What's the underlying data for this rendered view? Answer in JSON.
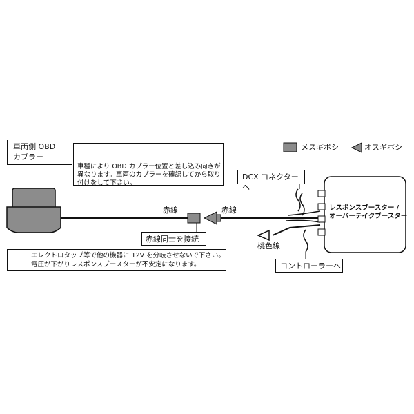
{
  "legend": {
    "female_label": "メスギボシ",
    "male_label": "オスギボシ"
  },
  "vehicle_coupler": {
    "label_line1": "車両側 OBD",
    "label_line2": "カプラー"
  },
  "caution_coupler": {
    "text_line1": "車種により OBD カプラー位置と差し込み向きが",
    "text_line2": "異なります。車両のカプラーを確認してから取り",
    "text_line3": "付けをして下さい。"
  },
  "wires": {
    "red_left": "赤線",
    "red_right": "赤線",
    "pink": "桃色線"
  },
  "connect_note": "赤線同士を接続",
  "dcx_connector": "DCX コネクターへ",
  "controller": "コントローラーへ",
  "booster": {
    "line1": "レスポンスブースター /",
    "line2": "オーバーテイクブースター"
  },
  "caution_tap": {
    "text_line1": "エレクトロタップ等で他の機器に 12V を分岐させないで下さい。",
    "text_line2": "電圧が下がりレスポンスブースターが不安定になります。"
  },
  "colors": {
    "connector_gray": "#8c8c8c",
    "stroke": "#111111"
  }
}
